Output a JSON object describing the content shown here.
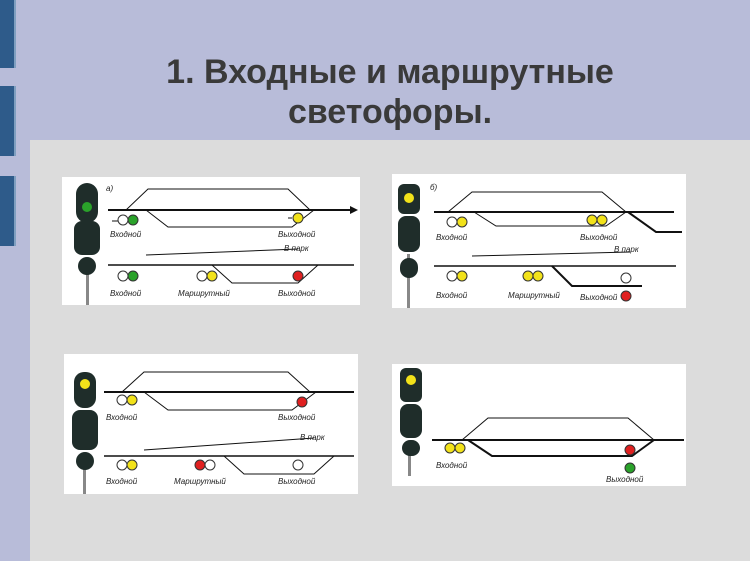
{
  "slide": {
    "title_line1": "1. Входные и маршрутные",
    "title_line2": "светофоры."
  },
  "colors": {
    "header_bg": "#b8bcd9",
    "body_bg": "#dcdcdc",
    "tab": "#2e5b8a",
    "signal_green": "#2aa22a",
    "signal_yellow": "#f2e21a",
    "signal_red": "#e02020",
    "signal_white": "#ffffff"
  },
  "diagrams": {
    "a": {
      "corner_label": "а)",
      "entry_label": "Входной",
      "exit_label": "Выходной",
      "park_label": "В парк",
      "entry2_label": "Входной",
      "route_label": "Маршрутный",
      "exit2_label": "Выходной"
    },
    "b": {
      "corner_label": "б)",
      "entry_label": "Входной",
      "exit_label": "Выходной",
      "park_label": "В парк",
      "entry2_label": "Входной",
      "route_label": "Маршрутный",
      "exit2_label": "Выходной"
    },
    "c": {
      "entry_label": "Входной",
      "exit_label": "Выходной",
      "park_label": "В парк",
      "entry2_label": "Входной",
      "route_label": "Маршрутный",
      "exit2_label": "Выходной"
    },
    "d": {
      "entry_label": "Входной",
      "exit_label": "Выходной"
    }
  }
}
